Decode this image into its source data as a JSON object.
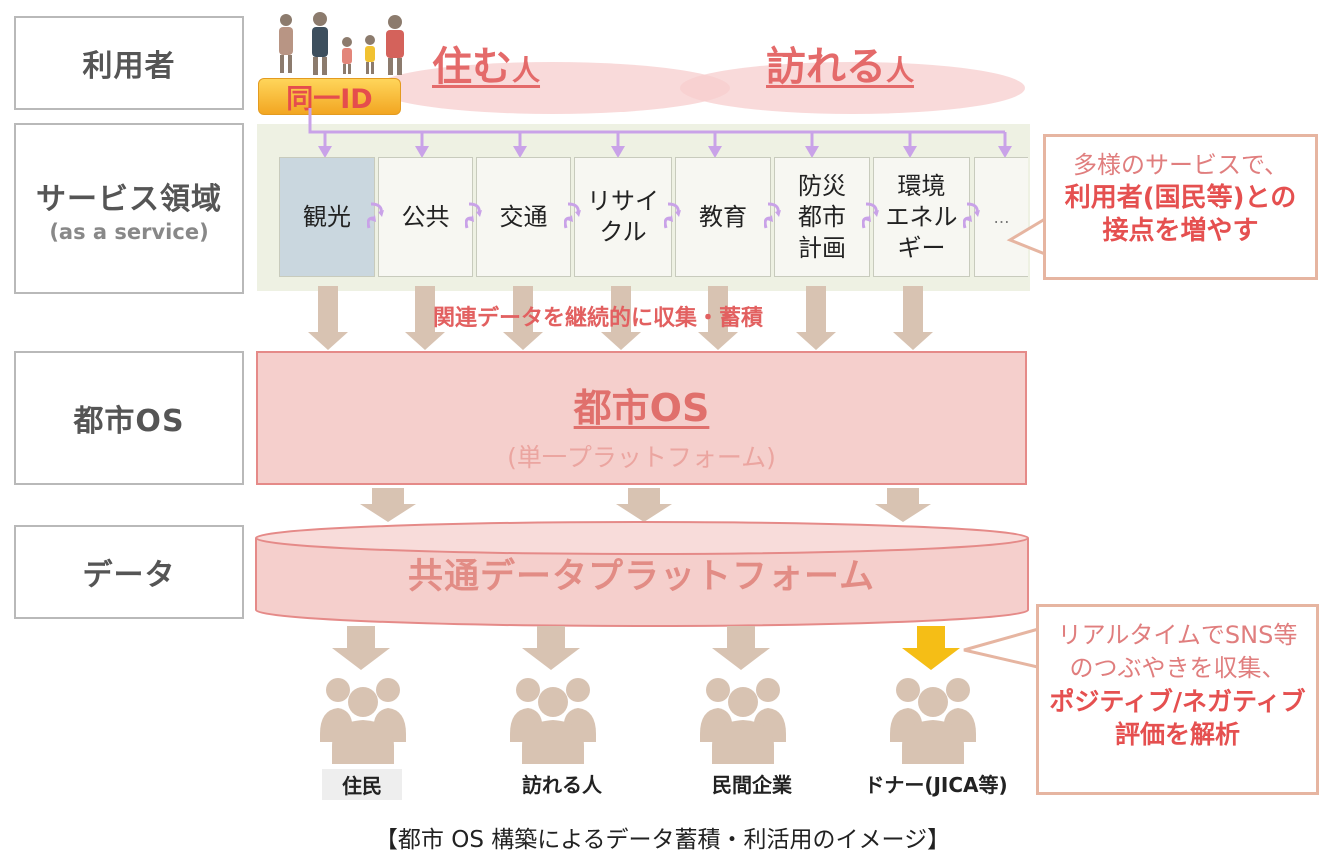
{
  "layers": {
    "user": "利用者",
    "service": "サービス領域",
    "service_sub": "(as a service)",
    "os": "都市OS",
    "data": "データ"
  },
  "users": {
    "residents": "住む",
    "visitors": "訪れる",
    "suffix": "人",
    "same_id": "同一ID"
  },
  "services": [
    {
      "label": "観光"
    },
    {
      "label": "公共"
    },
    {
      "label": "交通"
    },
    {
      "label": "リサイ\nクル"
    },
    {
      "label": "教育"
    },
    {
      "label": "防災\n都市\n計画"
    },
    {
      "label": "環境\nエネル\nギー"
    },
    {
      "label": "…"
    }
  ],
  "callout_service": {
    "line1": "多様のサービスで、",
    "line2": "利用者(国民等)との",
    "line3": "接点を増やす"
  },
  "collect_text": "関連データを継続的に収集・蓄積",
  "city_os": {
    "title": "都市OS",
    "subtitle": "(単一プラットフォーム)"
  },
  "platform": "共通データプラットフォーム",
  "groups": [
    {
      "label": "住民"
    },
    {
      "label": "訪れる人"
    },
    {
      "label": "民間企業"
    },
    {
      "label": "ドナー(JICA等)"
    }
  ],
  "callout_sns": {
    "line1": "リアルタイムでSNS等",
    "line2": "のつぶやきを収集、",
    "line3": "ポジティブ/ネガティブ",
    "line4": "評価を解析"
  },
  "caption": "【都市 OS 構築によるデータ蓄積・利活用のイメージ】",
  "colors": {
    "accent_red": "#e46a6a",
    "os_fill": "#f5cfcc",
    "service_band": "#eef1e3",
    "arrow_tan": "#d8c3b2",
    "arrow_yellow": "#f5be16",
    "purple_arrow": "#c9a2e8"
  }
}
